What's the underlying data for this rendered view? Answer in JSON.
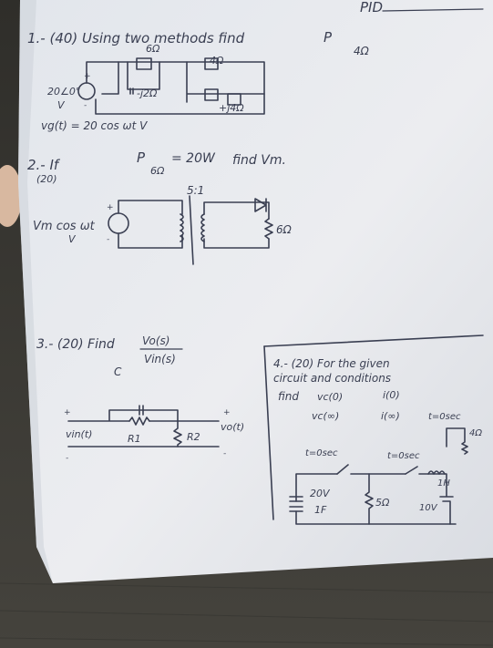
{
  "header": {
    "initials": "PID"
  },
  "problem1": {
    "title": "1.- (40) Using two methods find",
    "target": "P",
    "target_sub": "4Ω",
    "source_value": "20∠0°",
    "source_unit": "V",
    "r6": "6Ω",
    "r4": "4Ω",
    "cap": "-j2Ω",
    "ind": "+j4Ω",
    "equation": "vg(t) = 20 cos ωt   V"
  },
  "problem2": {
    "title": "2.- If",
    "points": "(20)",
    "power": "P",
    "power_sub": "6Ω",
    "power_value": "= 20W",
    "find": "find Vm.",
    "ratio": "5:1",
    "source": "Vm cos ωt",
    "source_unit": "V",
    "load": "6Ω"
  },
  "problem3": {
    "title": "3.- (20) Find",
    "tf_num": "Vo(s)",
    "tf_den": "Vin(s)",
    "c": "C",
    "r1": "R1",
    "r2": "R2",
    "vin": "vin(t)",
    "vo": "vo(t)"
  },
  "problem4": {
    "line1": "4.- (20) For the given",
    "line2": "circuit and conditions",
    "find": "find",
    "vc0": "vc(0)",
    "i0": "i(0)",
    "vcinf": "vc(∞)",
    "iinf": "i(∞)",
    "t0": "t=0sec",
    "sw1": "t=0sec",
    "sw2": "t=0sec",
    "source1": "20V",
    "cap": "1F",
    "res": "5Ω",
    "ind": "1H",
    "source2": "10V",
    "r4": "4Ω"
  }
}
